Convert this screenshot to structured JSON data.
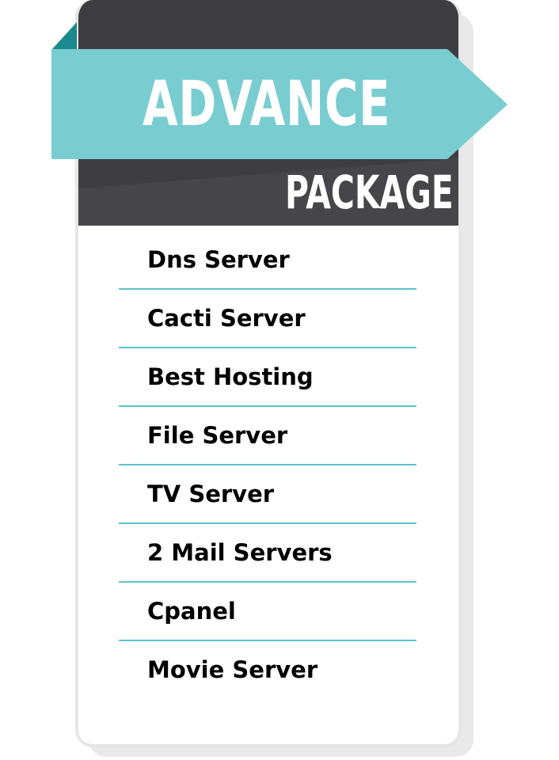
{
  "package": {
    "title": "ADVANCE",
    "subtitle": "PACKAGE"
  },
  "features": [
    "Dns Server",
    "Cacti Server",
    "Best Hosting",
    "File Server",
    "TV Server",
    "2 Mail Servers",
    "Cpanel",
    "Movie Server"
  ],
  "colors": {
    "ribbon": "#79cdd0",
    "ribbon_fold": "#1b8a8e",
    "header": "#3e3d42",
    "divider": "#5bc3cb",
    "text": "#000000"
  }
}
